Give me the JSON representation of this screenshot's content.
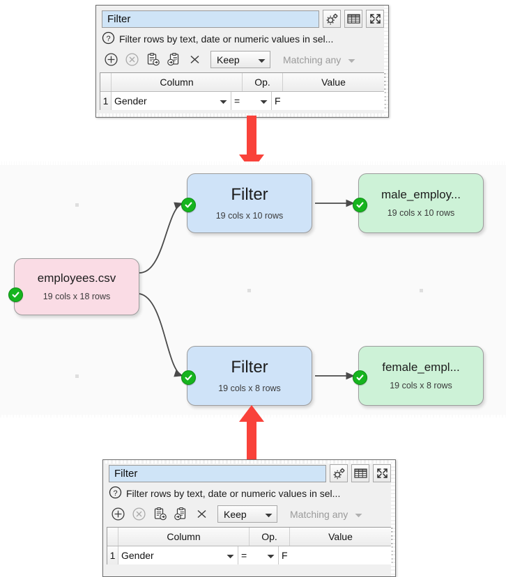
{
  "app": {
    "canvas_bg": "#fafafa",
    "accent_red": "#f9423a",
    "status_green": "#16b41e"
  },
  "top_panel": {
    "title_value": "Filter",
    "title_placeholder": "Filter",
    "description": "Filter rows by text, date or numeric values in sel...",
    "header_buttons": [
      {
        "name": "gears-icon",
        "label": "Settings"
      },
      {
        "name": "table-icon",
        "label": "Show table"
      },
      {
        "name": "expand-icon",
        "label": "Expand"
      }
    ],
    "toolbar_buttons": [
      {
        "name": "add-row-icon",
        "label": "Add"
      },
      {
        "name": "remove-row-icon",
        "label": "Remove"
      },
      {
        "name": "copy-to-clipboard-icon",
        "label": "Copy"
      },
      {
        "name": "paste-from-clipboard-icon",
        "label": "Paste"
      },
      {
        "name": "clear-all-icon",
        "label": "Clear"
      }
    ],
    "mode_select": {
      "value": "Keep",
      "enabled": true
    },
    "match_select": {
      "value": "Matching any",
      "enabled": false
    },
    "table": {
      "headers": [
        "Column",
        "Op.",
        "Value"
      ],
      "rows": [
        {
          "index": "1",
          "column": "Gender",
          "op": "=",
          "value": "F"
        }
      ]
    }
  },
  "bottom_panel": {
    "title_value": "Filter",
    "title_placeholder": "Filter",
    "description": "Filter rows by text, date or numeric values in sel...",
    "header_buttons": [
      {
        "name": "gears-icon",
        "label": "Settings"
      },
      {
        "name": "table-icon",
        "label": "Show table"
      },
      {
        "name": "expand-icon",
        "label": "Expand"
      }
    ],
    "toolbar_buttons": [
      {
        "name": "add-row-icon",
        "label": "Add"
      },
      {
        "name": "remove-row-icon",
        "label": "Remove"
      },
      {
        "name": "copy-to-clipboard-icon",
        "label": "Copy"
      },
      {
        "name": "paste-from-clipboard-icon",
        "label": "Paste"
      },
      {
        "name": "clear-all-icon",
        "label": "Clear"
      }
    ],
    "mode_select": {
      "value": "Keep",
      "enabled": true
    },
    "match_select": {
      "value": "Matching any",
      "enabled": false
    },
    "table": {
      "headers": [
        "Column",
        "Op.",
        "Value"
      ],
      "rows": [
        {
          "index": "1",
          "column": "Gender",
          "op": "=",
          "value": "F"
        }
      ]
    }
  },
  "flow": {
    "nodes": [
      {
        "id": "source",
        "title": "employees.csv",
        "subtitle": "19 cols x 18 rows",
        "type": "source",
        "status": "ok"
      },
      {
        "id": "filter-male",
        "title": "Filter",
        "subtitle": "19 cols x 10 rows",
        "type": "filter",
        "status": "ok"
      },
      {
        "id": "output-male",
        "title": "male_employ...",
        "subtitle": "19 cols x 10 rows",
        "type": "output",
        "status": "ok"
      },
      {
        "id": "filter-female",
        "title": "Filter",
        "subtitle": "19 cols x 8 rows",
        "type": "filter",
        "status": "ok"
      },
      {
        "id": "output-female",
        "title": "female_empl...",
        "subtitle": "19 cols x 8 rows",
        "type": "output",
        "status": "ok"
      }
    ]
  }
}
